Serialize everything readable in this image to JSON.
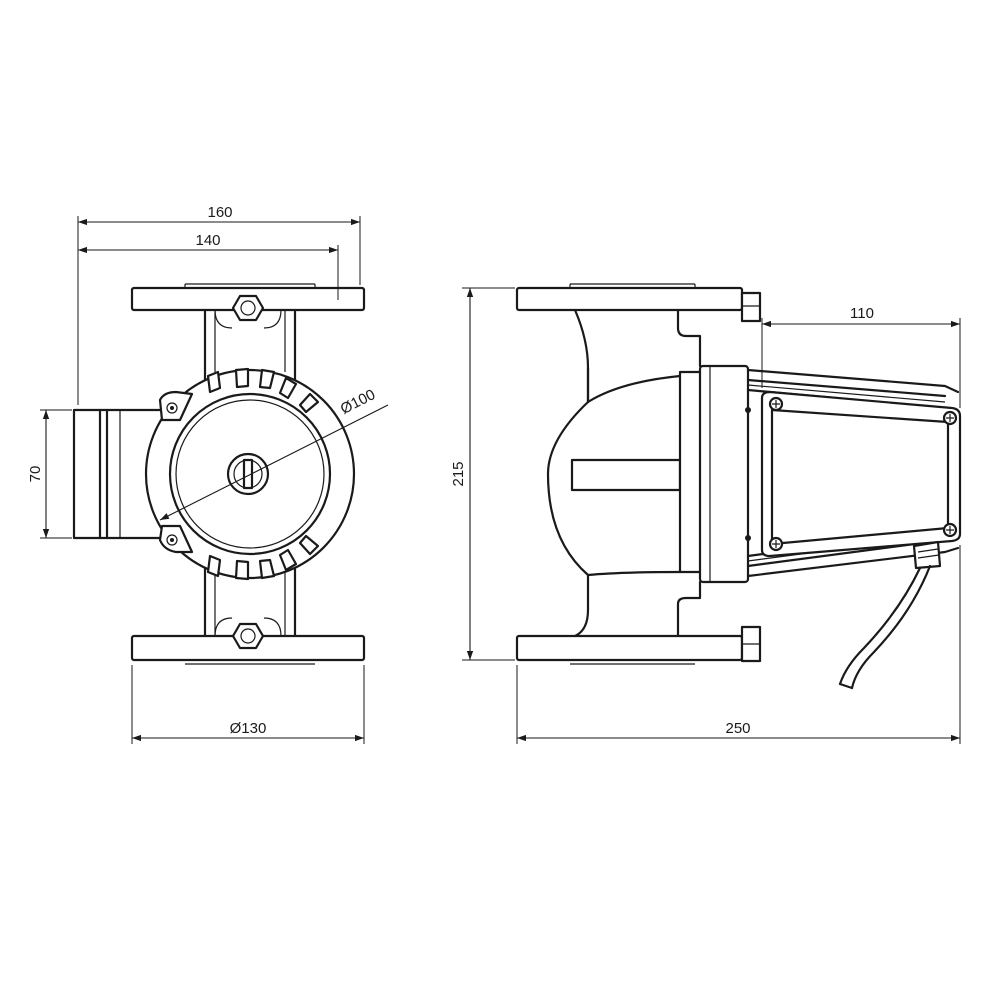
{
  "drawing": {
    "front_view": {
      "dim_overall_width": "160",
      "dim_flange_spacing": "140",
      "dim_motor_diameter": "Ø100",
      "dim_port_height": "70",
      "dim_flange_diameter": "Ø130"
    },
    "side_view": {
      "dim_terminal_box": "110",
      "dim_height": "215",
      "dim_total_length": "250"
    }
  }
}
